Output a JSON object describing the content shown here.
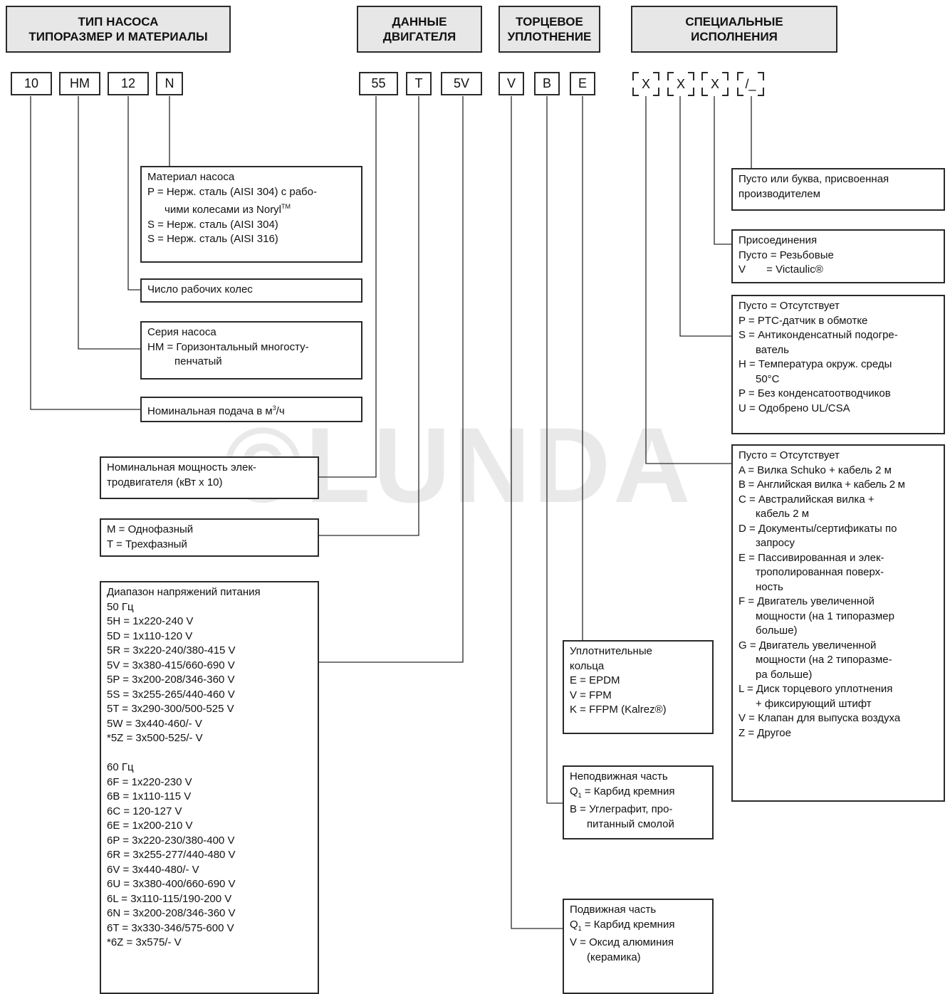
{
  "headers": {
    "pump": "ТИП НАСОСА\nТИПОРАЗМЕР И МАТЕРИАЛЫ",
    "motor": "ДАННЫЕ\nДВИГАТЕЛЯ",
    "seal": "ТОРЦЕВОЕ\nУПЛОТНЕНИЕ",
    "special": "СПЕЦИАЛЬНЫЕ\nИСПОЛНЕНИЯ"
  },
  "codes": {
    "c10": "10",
    "cHM": "HM",
    "c12": "12",
    "cN": "N",
    "c55": "55",
    "cT": "T",
    "c5V": "5V",
    "cV": "V",
    "cB": "B",
    "cE": "E",
    "x1": "X",
    "x2": "X",
    "x3": "X",
    "slash": "/_"
  },
  "watermark": "©LUNDA",
  "boxes": {
    "material": {
      "l1": "Материал насоса",
      "l2": "P = Нерж. сталь (AISI 304) с рабо-",
      "l3a": "чими колесами из Noryl",
      "l3b": "TM",
      "l4": "S = Нерж. сталь (AISI 304)",
      "l5": "S = Нерж. сталь (AISI 316)"
    },
    "impellers": {
      "l1": "Число рабочих колес"
    },
    "series": {
      "l1": "Серия насоса",
      "l2": "HM = Горизонтальный многосту-",
      "l3": "пенчатый"
    },
    "flow": {
      "l1a": "Номинальная подача в м",
      "l1b": "3",
      "l1c": "/ч"
    },
    "power": {
      "l1": "Номинальная мощность элек-",
      "l2": "тродвигателя (кВт x 10)"
    },
    "phase": {
      "l1": "M = Однофазный",
      "l2": "T = Трехфазный"
    },
    "voltage": {
      "lines": [
        "Диапазон напряжений питания",
        "50 Гц",
        "5H = 1x220-240 V",
        "5D = 1x110-120 V",
        "5R = 3x220-240/380-415 V",
        "5V = 3x380-415/660-690 V",
        "5P = 3x200-208/346-360 V",
        "5S = 3x255-265/440-460 V",
        "5T = 3x290-300/500-525 V",
        "5W = 3x440-460/- V",
        "*5Z = 3x500-525/- V",
        " ",
        "60 Гц",
        "6F = 1x220-230 V",
        "6B = 1x110-115 V",
        "6C = 120-127 V",
        "6E = 1x200-210 V",
        "6P = 3x220-230/380-400 V",
        "6R = 3x255-277/440-480 V",
        "6V = 3x440-480/- V",
        "6U = 3x380-400/660-690 V",
        "6L = 3x110-115/190-200 V",
        "6N = 3x200-208/346-360 V",
        "6T = 3x330-346/575-600 V",
        "*6Z = 3x575/- V"
      ]
    },
    "orings": {
      "l1": "Уплотнительные",
      "l2": "кольца",
      "l3": "E = EPDM",
      "l4": "V = FPM",
      "l5": "K = FFPM (Kalrez®)"
    },
    "stationary": {
      "l1": "Неподвижная часть",
      "l2a": "Q",
      "l2s": "1",
      "l2b": " = Карбид кремния",
      "l3": "B = Углеграфит, про-",
      "l4": "питанный смолой"
    },
    "rotating": {
      "l1": "Подвижная часть",
      "l2a": "Q",
      "l2s": "1",
      "l2b": " = Карбид кремния",
      "l3": "V = Оксид алюминия",
      "l4": "(керамика)"
    },
    "letter": {
      "l1": "Пусто или буква, присвоенная",
      "l2": "производителем"
    },
    "connections": {
      "l1": "Присоединения",
      "l2": "Пусто = Резьбовые",
      "l3": "V       = Victaulic®"
    },
    "motor_opts": {
      "l1": "Пусто = Отсутствует",
      "l2": "P = PTC-датчик в обмотке",
      "l3": "S = Антиконденсатный подогре-",
      "l4": "ватель",
      "l5": "H = Температура окруж. среды",
      "l6": "50°C",
      "l7": "P = Без конденсатоотводчиков",
      "l8": "U = Одобрено UL/CSA"
    },
    "other_opts": {
      "l1": "Пусто = Отсутствует",
      "l2": "A = Вилка Schuko + кабель 2 м",
      "l3": "B = Английская вилка + кабель 2 м",
      "l4": "C = Австралийская вилка +",
      "l5": "кабель 2 м",
      "l6": "D = Документы/сертификаты по",
      "l7": "запросу",
      "l8": "E = Пассивированная и элек-",
      "l9": "трополированная поверх-",
      "l10": "ность",
      "l11": "F = Двигатель увеличенной",
      "l12": "мощности (на 1 типоразмер",
      "l13": "больше)",
      "l14": "G = Двигатель увеличенной",
      "l15": "мощности (на 2 типоразме-",
      "l16": "ра больше)",
      "l17": "L = Диск торцевого уплотнения",
      "l18": "+ фиксирующий штифт",
      "l19": "V = Клапан для выпуска воздуха",
      "l20": "Z = Другое"
    }
  }
}
